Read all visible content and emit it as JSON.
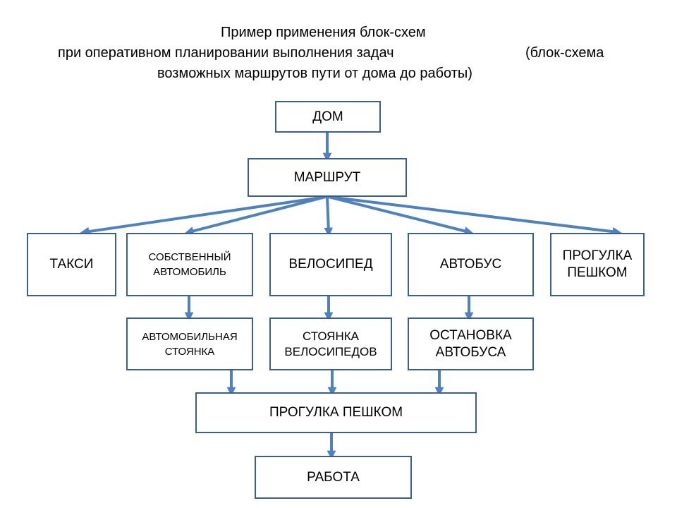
{
  "title": {
    "line1": "Пример применения блок-схем",
    "line2a": "при оперативном планировании выполнения задач",
    "line2b": "(блок-схема",
    "line3": "возможных маршрутов пути от дома до работы)"
  },
  "nodes": {
    "home": "ДОМ",
    "route": "МАРШРУТ",
    "taxi": "ТАКСИ",
    "own_car_1": "СОБСТВЕННЫЙ",
    "own_car_2": "АВТОМОБИЛЬ",
    "bicycle": "ВЕЛОСИПЕД",
    "bus": "АВТОБУС",
    "walk_top_1": "ПРОГУЛКА",
    "walk_top_2": "ПЕШКОМ",
    "car_parking_1": "АВТОМОБИЛЬНАЯ",
    "car_parking_2": "СТОЯНКА",
    "bike_parking_1": "СТОЯНКА",
    "bike_parking_2": "ВЕЛОСИПЕДОВ",
    "bus_stop_1": "ОСТАНОВКА",
    "bus_stop_2": "АВТОБУСА",
    "walk": "ПРОГУЛКА ПЕШКОМ",
    "work": "РАБОТА"
  },
  "colors": {
    "box_border": "#3b5f8a",
    "arrow": "#4f81bd"
  }
}
